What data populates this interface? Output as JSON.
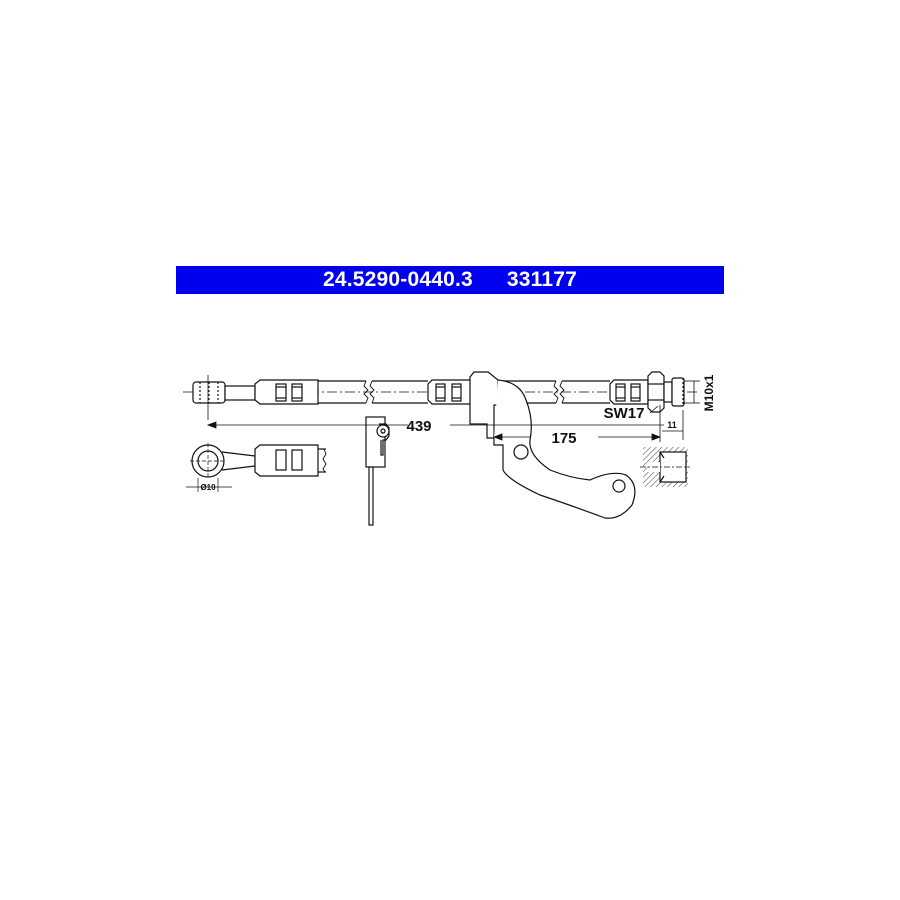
{
  "header": {
    "part_number": "24.5290-0440.3",
    "ref_number": "331177",
    "background_color": "#0000ee",
    "text_color": "#ffffff"
  },
  "drawing": {
    "type": "brake hose technical drawing",
    "dimensions": {
      "overall_length": "439",
      "bracket_offset": "175",
      "thread_length": "11",
      "eye_diameter": "Ø10",
      "wrench_size": "SW17",
      "thread_spec": "M10x1"
    }
  }
}
